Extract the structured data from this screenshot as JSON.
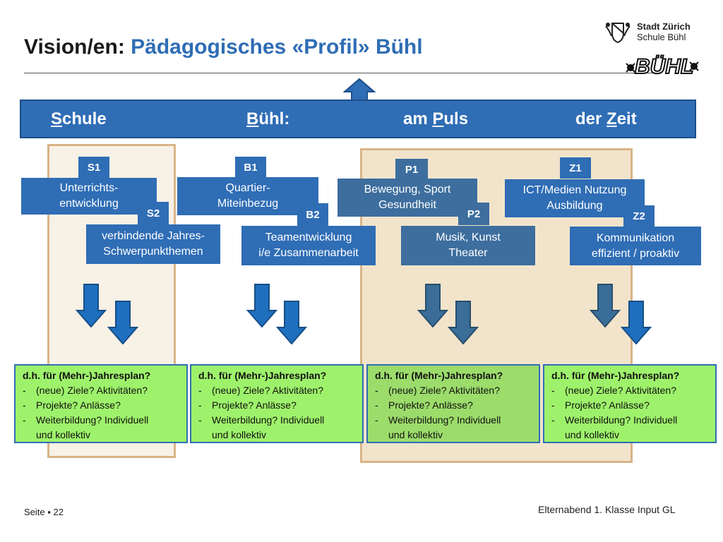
{
  "title": {
    "part1": "Vision/en:",
    "part2": "Pädagogisches «Profil» Bühl"
  },
  "logo": {
    "line1": "Stadt Zürich",
    "line2": "Schule Bühl",
    "buhl_word": "BÜHL"
  },
  "banner": {
    "w1_lead": "S",
    "w1_rest": "chule",
    "w2_lead": "B",
    "w2_rest": "ühl:",
    "w3_pre": "am ",
    "w3_lead": "P",
    "w3_rest": "uls",
    "w4_pre": "der ",
    "w4_lead": "Z",
    "w4_rest": "eit"
  },
  "tags": {
    "s1": "S1",
    "s2": "S2",
    "b1": "B1",
    "b2": "B2",
    "p1": "P1",
    "p2": "P2",
    "z1": "Z1",
    "z2": "Z2"
  },
  "boxes": {
    "s1": {
      "l1": "Unterrichts-",
      "l2": "entwicklung"
    },
    "s2": {
      "l1": "verbindende Jahres-",
      "l2": "Schwerpunkthemen"
    },
    "b1": {
      "l1": "Quartier-",
      "l2": "Miteinbezug"
    },
    "b2": {
      "l1": "Teamentwicklung",
      "l2": "i/e Zusammenarbeit"
    },
    "p1": {
      "l1": "Bewegung, Sport",
      "l2": "Gesundheit"
    },
    "p2": {
      "l1": "Musik, Kunst",
      "l2": "Theater"
    },
    "z1": {
      "l1": "ICT/Medien Nutzung",
      "l2": "Ausbildung"
    },
    "z2": {
      "l1": "Kommunikation",
      "l2": "effizient / proaktiv"
    }
  },
  "plan": {
    "header": "d.h. für (Mehr-)Jahresplan?",
    "dash": "-",
    "item1": "(neue) Ziele? Aktivitäten?",
    "item2": "Projekte? Anlässe?",
    "item3a": "Weiterbildung? Individuell",
    "item3b": "und kollektiv"
  },
  "footer": {
    "left": "Seite ▪ 22",
    "right": "Elternabend 1. Klasse Input GL"
  },
  "colors": {
    "blue": "#2f6db5",
    "steel": "#3d6e9e",
    "green": "#9ef26b",
    "overlay_border": "#d9b488"
  }
}
